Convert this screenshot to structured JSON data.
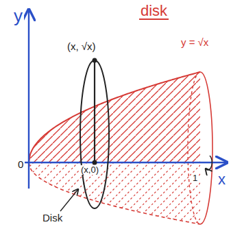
{
  "diagram": {
    "title": "disk",
    "labels": [
      "y",
      "(x, √x)",
      "y = √x",
      "0",
      "(x,0)",
      "x",
      "1",
      "Disk"
    ]
  }
}
